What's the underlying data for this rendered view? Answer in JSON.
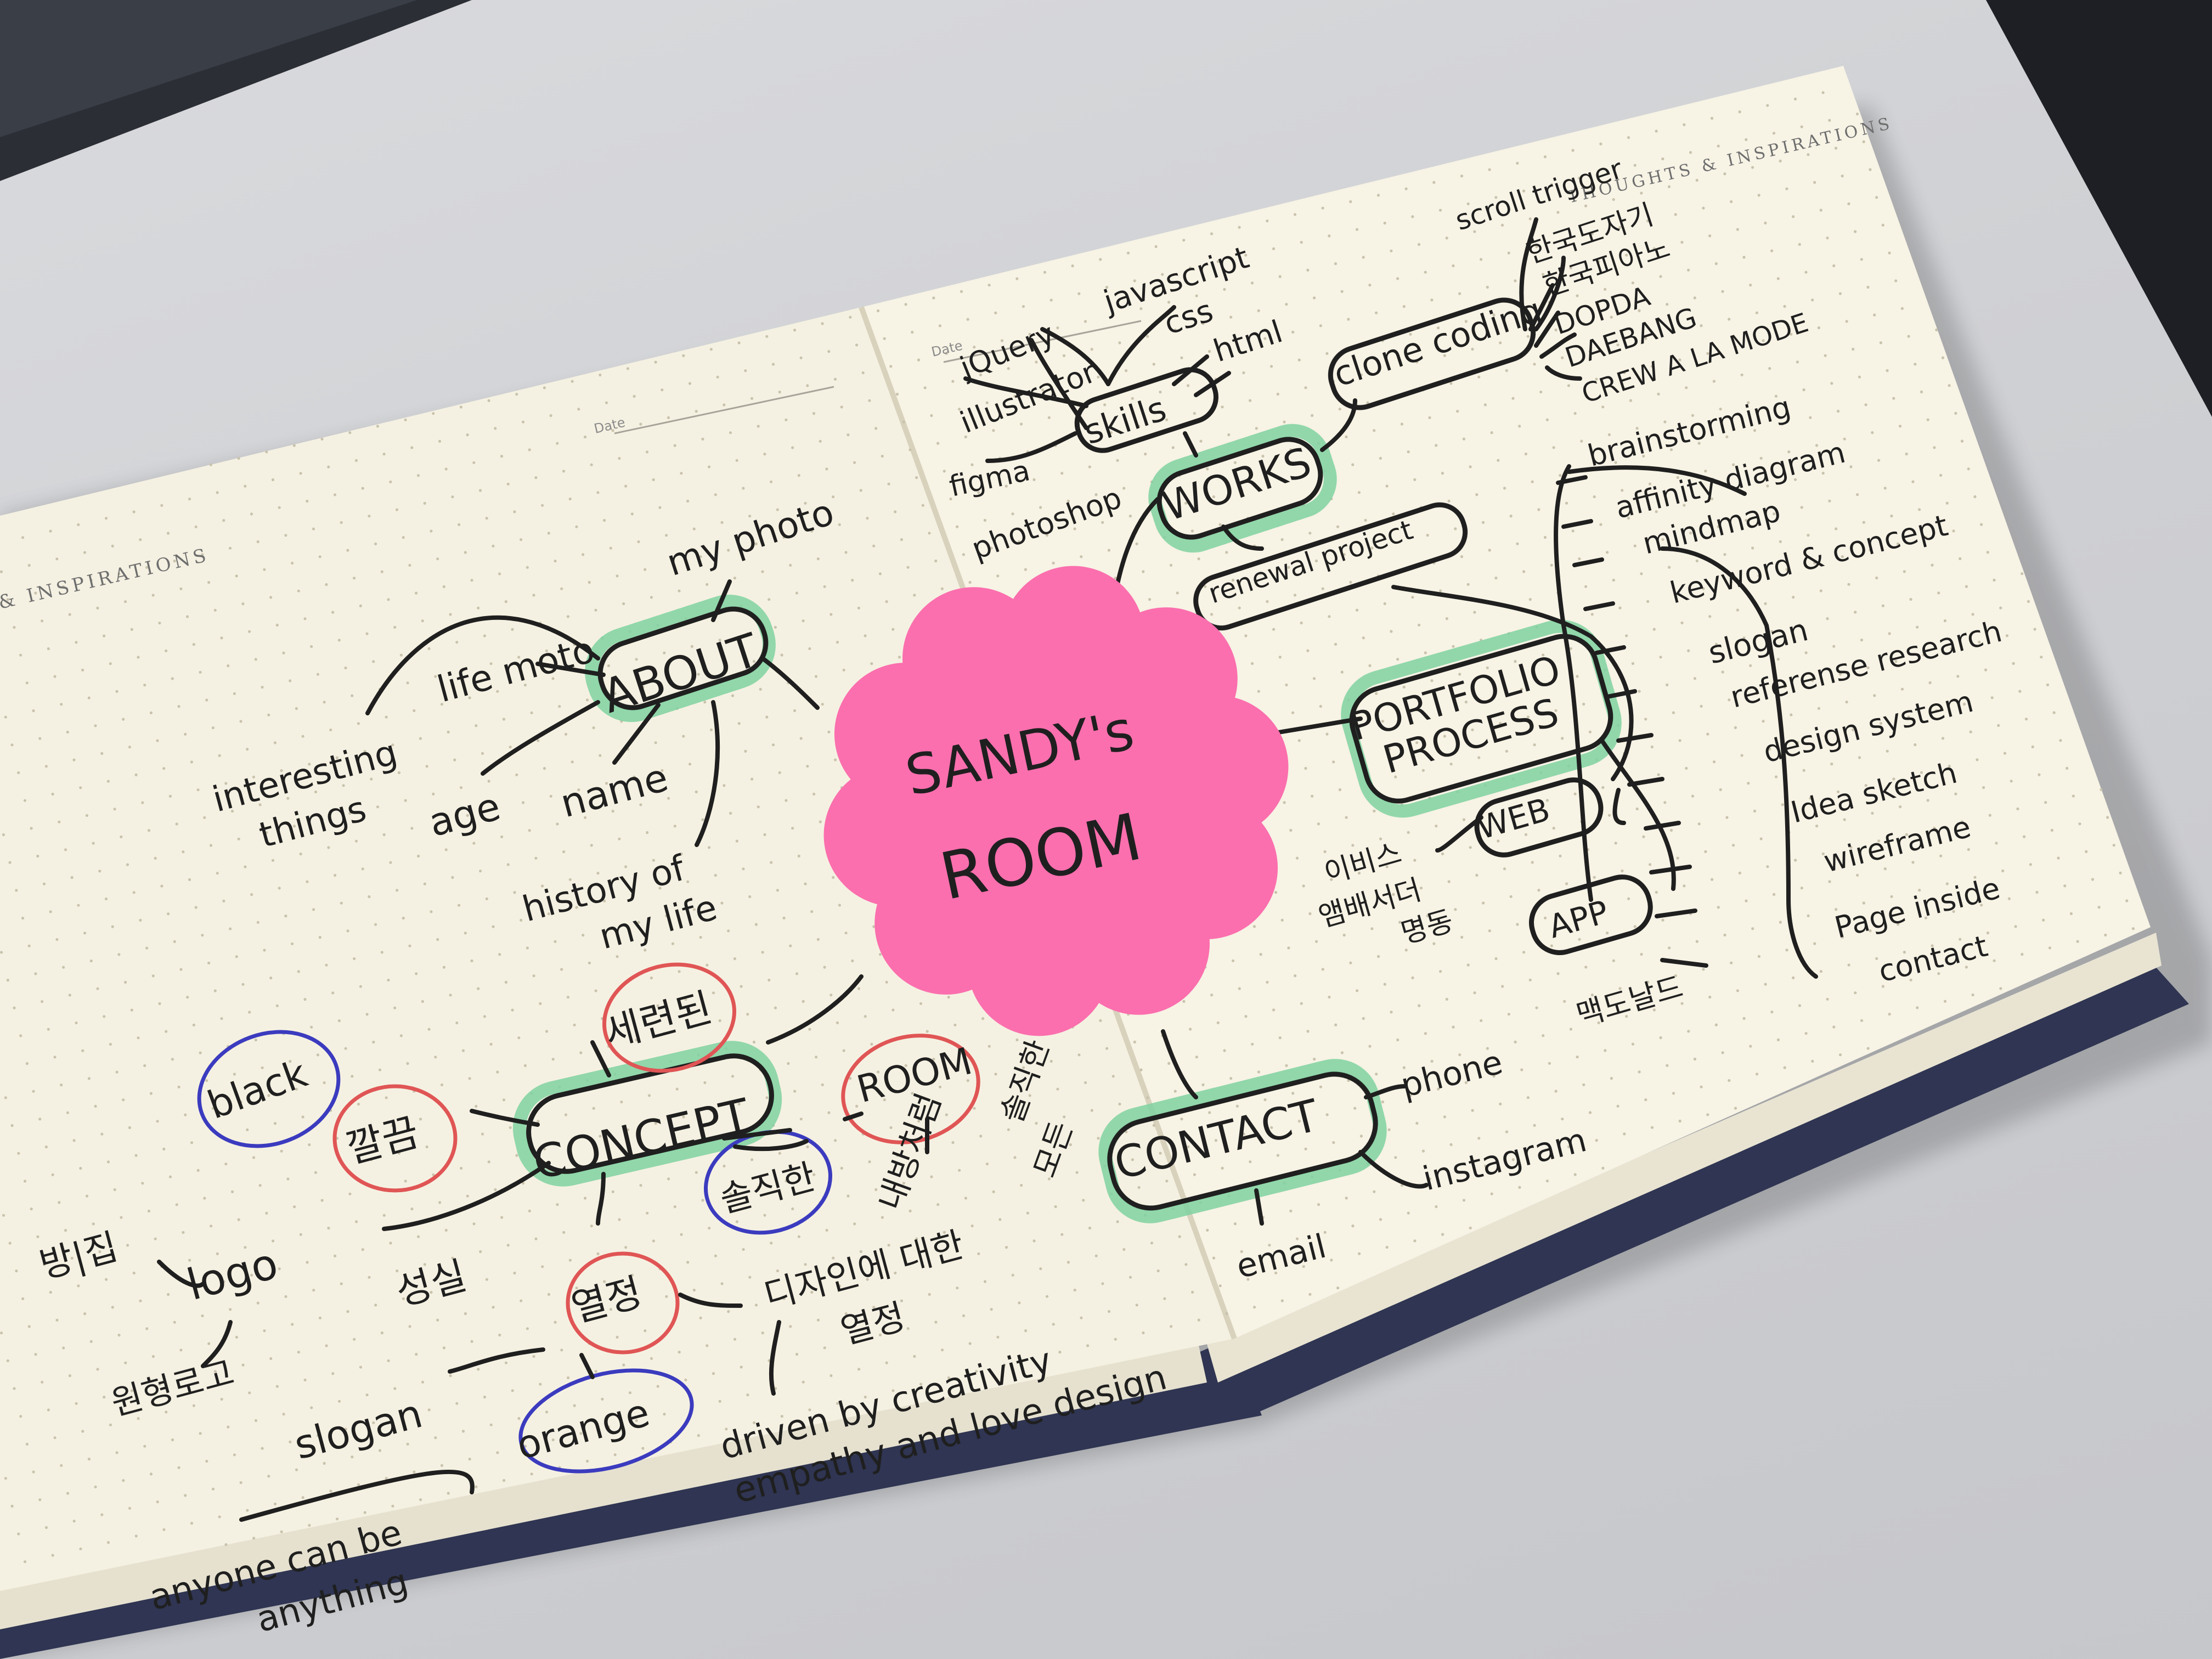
{
  "page_headers": {
    "left": "& INSPIRATIONS",
    "right": "THOUGHTS & INSPIRATIONS",
    "date_left": "Date",
    "date_right": "Date"
  },
  "sticky_note": {
    "line1": "SANDY's",
    "line2": "ROOM",
    "color": "#fb6fae"
  },
  "colors": {
    "green_highlight": "#7fd3a0",
    "red_circle": "#e05555",
    "blue_circle": "#3b3bbf",
    "ink": "#1f1f1f",
    "paper": "#f5f1e2",
    "notebook_cover": "#2f3552"
  },
  "about": {
    "center": "ABOUT",
    "my_photo": "my photo",
    "life_moto": "life moto",
    "interesting_things_1": "interesting",
    "interesting_things_2": "things",
    "age": "age",
    "name": "name",
    "history_1": "history of",
    "history_2": "my life"
  },
  "concept": {
    "center": "CONCEPT",
    "clean_kr": "세련된",
    "neat_kr": "깔끔",
    "black": "black",
    "room": "ROOM",
    "honest_kr": "솔직한",
    "my_room_1": "내방처럼",
    "my_room_2": "",
    "cozy_1": "솔직한",
    "cozy_2": "모든",
    "logo": "logo",
    "room_kr": "방|집",
    "circle_kr": "원형로고",
    "sincere_kr": "성실",
    "passion_kr": "열정",
    "design_passion_1": "디자인에 대한",
    "design_passion_2": "열정",
    "slogan": "slogan",
    "orange": "orange",
    "driven_1": "driven by creativity",
    "driven_2": "empathy and love design",
    "anyone_1": "anyone can be",
    "anyone_2": "anything"
  },
  "works": {
    "center": "WORKS",
    "skills": "skills",
    "skill_items": [
      "jQuery",
      "javascript",
      "css",
      "html",
      "illustrator",
      "figma",
      "photoshop"
    ],
    "clone_coding": "clone coding",
    "scroll_trigger": "scroll trigger",
    "clone_items": [
      "한국도자기",
      "한국피아노",
      "DOPDA",
      "DAEBANG",
      "CREW A LA MODE"
    ],
    "renewal_project": "renewal project",
    "portfolio_process_1": "PORTFOLIO",
    "portfolio_process_2": "PROCESS",
    "process_steps": [
      "brainstorming",
      "affinity diagram",
      "mindmap",
      "keyword & concept",
      "slogan",
      "referense research",
      "design system",
      "Idea sketch",
      "wireframe",
      "Page inside",
      "contact"
    ],
    "web": "WEB",
    "web_notes": [
      "이비스",
      "앰배서더",
      "명동"
    ],
    "app": "APP",
    "app_note": "맥도날드"
  },
  "contact": {
    "center": "CONTACT",
    "phone": "phone",
    "instagram": "instagram",
    "email": "email"
  }
}
